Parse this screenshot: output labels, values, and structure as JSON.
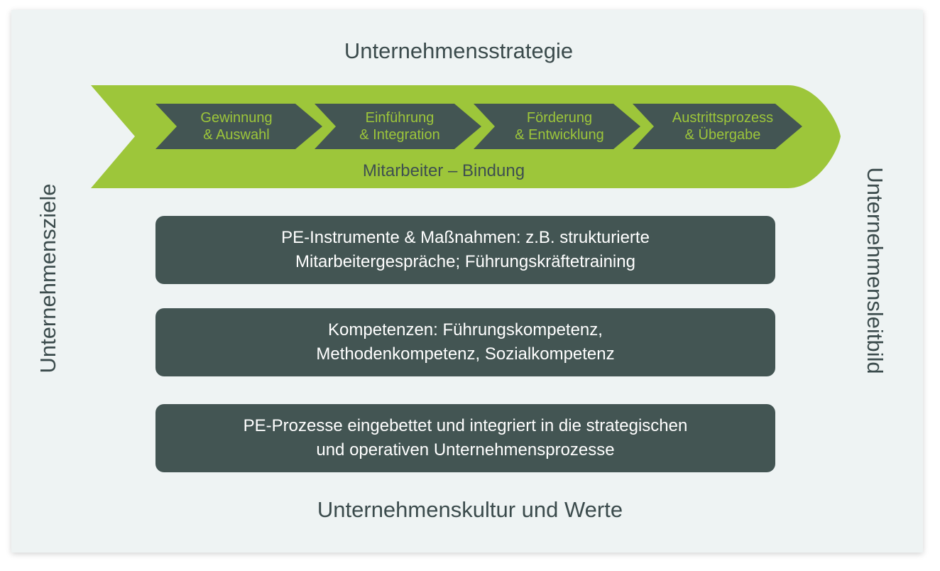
{
  "title_top": "Unternehmensstrategie",
  "title_bottom": "Unternehmenskultur und Werte",
  "side_left": "Unternehmensziele",
  "side_right": "Unternehmensleitbild",
  "arrow": {
    "label": "Mitarbeiter – Bindung",
    "colors": {
      "arrow": "#9dc63a",
      "chevron": "#435553",
      "chevron_text": "#9dc63a"
    },
    "steps": [
      {
        "line1": "Gewinnung",
        "line2": "& Auswahl"
      },
      {
        "line1": "Einführung",
        "line2": "& Integration"
      },
      {
        "line1": "Förderung",
        "line2": "& Entwicklung"
      },
      {
        "line1": "Austrittsprozess",
        "line2": "& Übergabe"
      }
    ]
  },
  "boxes": [
    {
      "line1": "PE-Instrumente & Maßnahmen: z.B. strukturierte",
      "line2": "Mitarbeitergespräche; Führungskräftetraining"
    },
    {
      "line1": "Kompetenzen: Führungskompetenz,",
      "line2": "Methodenkompetenz, Sozialkompetenz"
    },
    {
      "line1": "PE-Prozesse eingebettet und integriert in die strategischen",
      "line2": "und operativen Unternehmensprozesse"
    }
  ],
  "colors": {
    "background": "#eef3f3",
    "box": "#435553",
    "text_dark": "#3b4b4c"
  }
}
